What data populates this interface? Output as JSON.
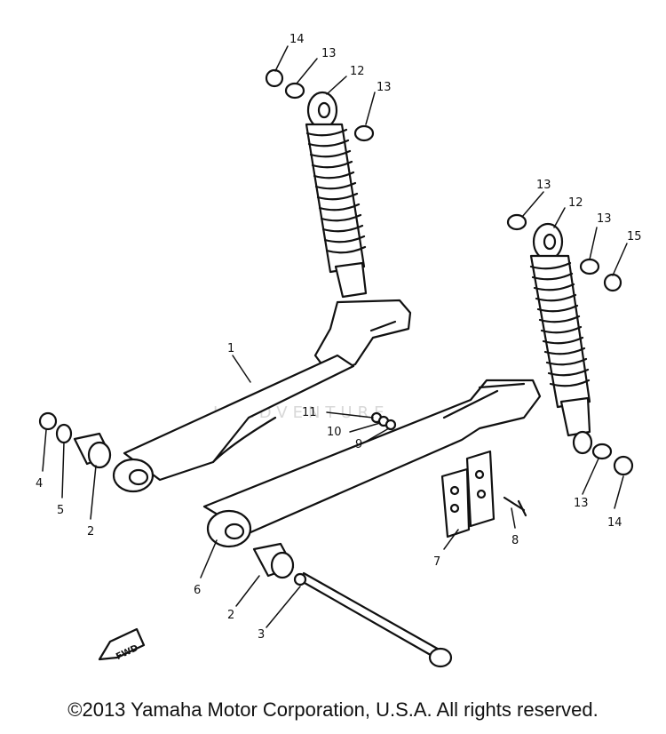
{
  "labels": {
    "l1": "1",
    "l2a": "2",
    "l2b": "2",
    "l3": "3",
    "l4": "4",
    "l5": "5",
    "l6": "6",
    "l7": "7",
    "l8": "8",
    "l9": "9",
    "l10": "10",
    "l11": "11",
    "l12a": "12",
    "l12b": "12",
    "l13a": "13",
    "l13b": "13",
    "l13c": "13",
    "l13d": "13",
    "l13e": "13",
    "l14a": "14",
    "l14b": "14",
    "l15": "15",
    "fwd": "FWD"
  },
  "watermark": "LEADVENTURE",
  "copyright": "©2013 Yamaha Motor Corporation, U.S.A. All rights reserved."
}
